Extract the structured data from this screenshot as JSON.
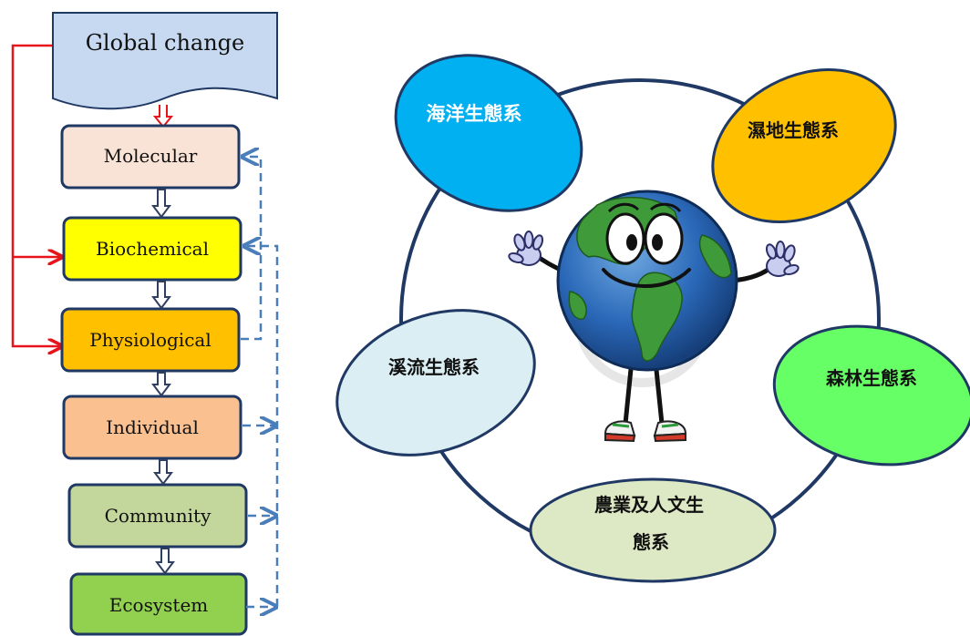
{
  "flowchart": {
    "source": {
      "label": "Global change",
      "fill": "#c6d9f1"
    },
    "levels": [
      {
        "label": "Molecular",
        "fill": "#f9e3d6"
      },
      {
        "label": "Biochemical",
        "fill": "#ffff00"
      },
      {
        "label": "Physiological",
        "fill": "#ffc000"
      },
      {
        "label": "Individual",
        "fill": "#fac090"
      },
      {
        "label": "Community",
        "fill": "#c3d69b"
      },
      {
        "label": "Ecosystem",
        "fill": "#92d050"
      }
    ],
    "colors": {
      "box_border": "#1f3864",
      "driver_arrow": "#e8141b",
      "flow_arrow": "#2f3f5f",
      "feedback_arrow": "#4a7ebb"
    }
  },
  "ecosystems": {
    "ring_color": "#1f3864",
    "items": [
      {
        "label": "海洋生態系",
        "fill": "#00b0f0",
        "text_color": "#ffffff"
      },
      {
        "label": "濕地生態系",
        "fill": "#ffc000",
        "text_color": "#111111"
      },
      {
        "label": "森林生態系",
        "fill": "#66ff66",
        "text_color": "#111111"
      },
      {
        "label_line1": "農業及人文生",
        "label_line2": "態系",
        "fill": "#dde8c4",
        "text_color": "#111111"
      },
      {
        "label": "溪流生態系",
        "fill": "#daeef3",
        "text_color": "#111111"
      }
    ],
    "mascot": "smiling-earth-cartoon"
  }
}
